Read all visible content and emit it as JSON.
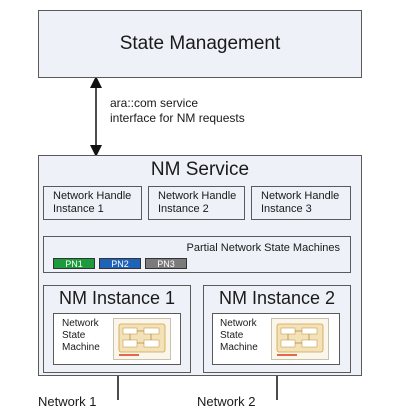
{
  "state_management": {
    "label": "State Management"
  },
  "interface": {
    "label": "ara::com service\ninterface for NM requests"
  },
  "nm_service": {
    "title": "NM Service",
    "handles": [
      {
        "label": "Network Handle Instance 1"
      },
      {
        "label": "Network Handle Instance 2"
      },
      {
        "label": "Network Handle Instance 3"
      }
    ],
    "partial_network": {
      "label": "Partial Network State Machines",
      "chips": [
        {
          "label": "PN1",
          "color": "#1c9b3c"
        },
        {
          "label": "PN2",
          "color": "#1f63b8"
        },
        {
          "label": "PN3",
          "color": "#7b7b7b"
        }
      ]
    },
    "instances": [
      {
        "title": "NM Instance 1",
        "state_machine_label": "Network\nState\nMachine"
      },
      {
        "title": "NM Instance 2",
        "state_machine_label": "Network\nState\nMachine"
      }
    ]
  },
  "networks": [
    {
      "label": "Network 1"
    },
    {
      "label": "Network 2"
    }
  ]
}
